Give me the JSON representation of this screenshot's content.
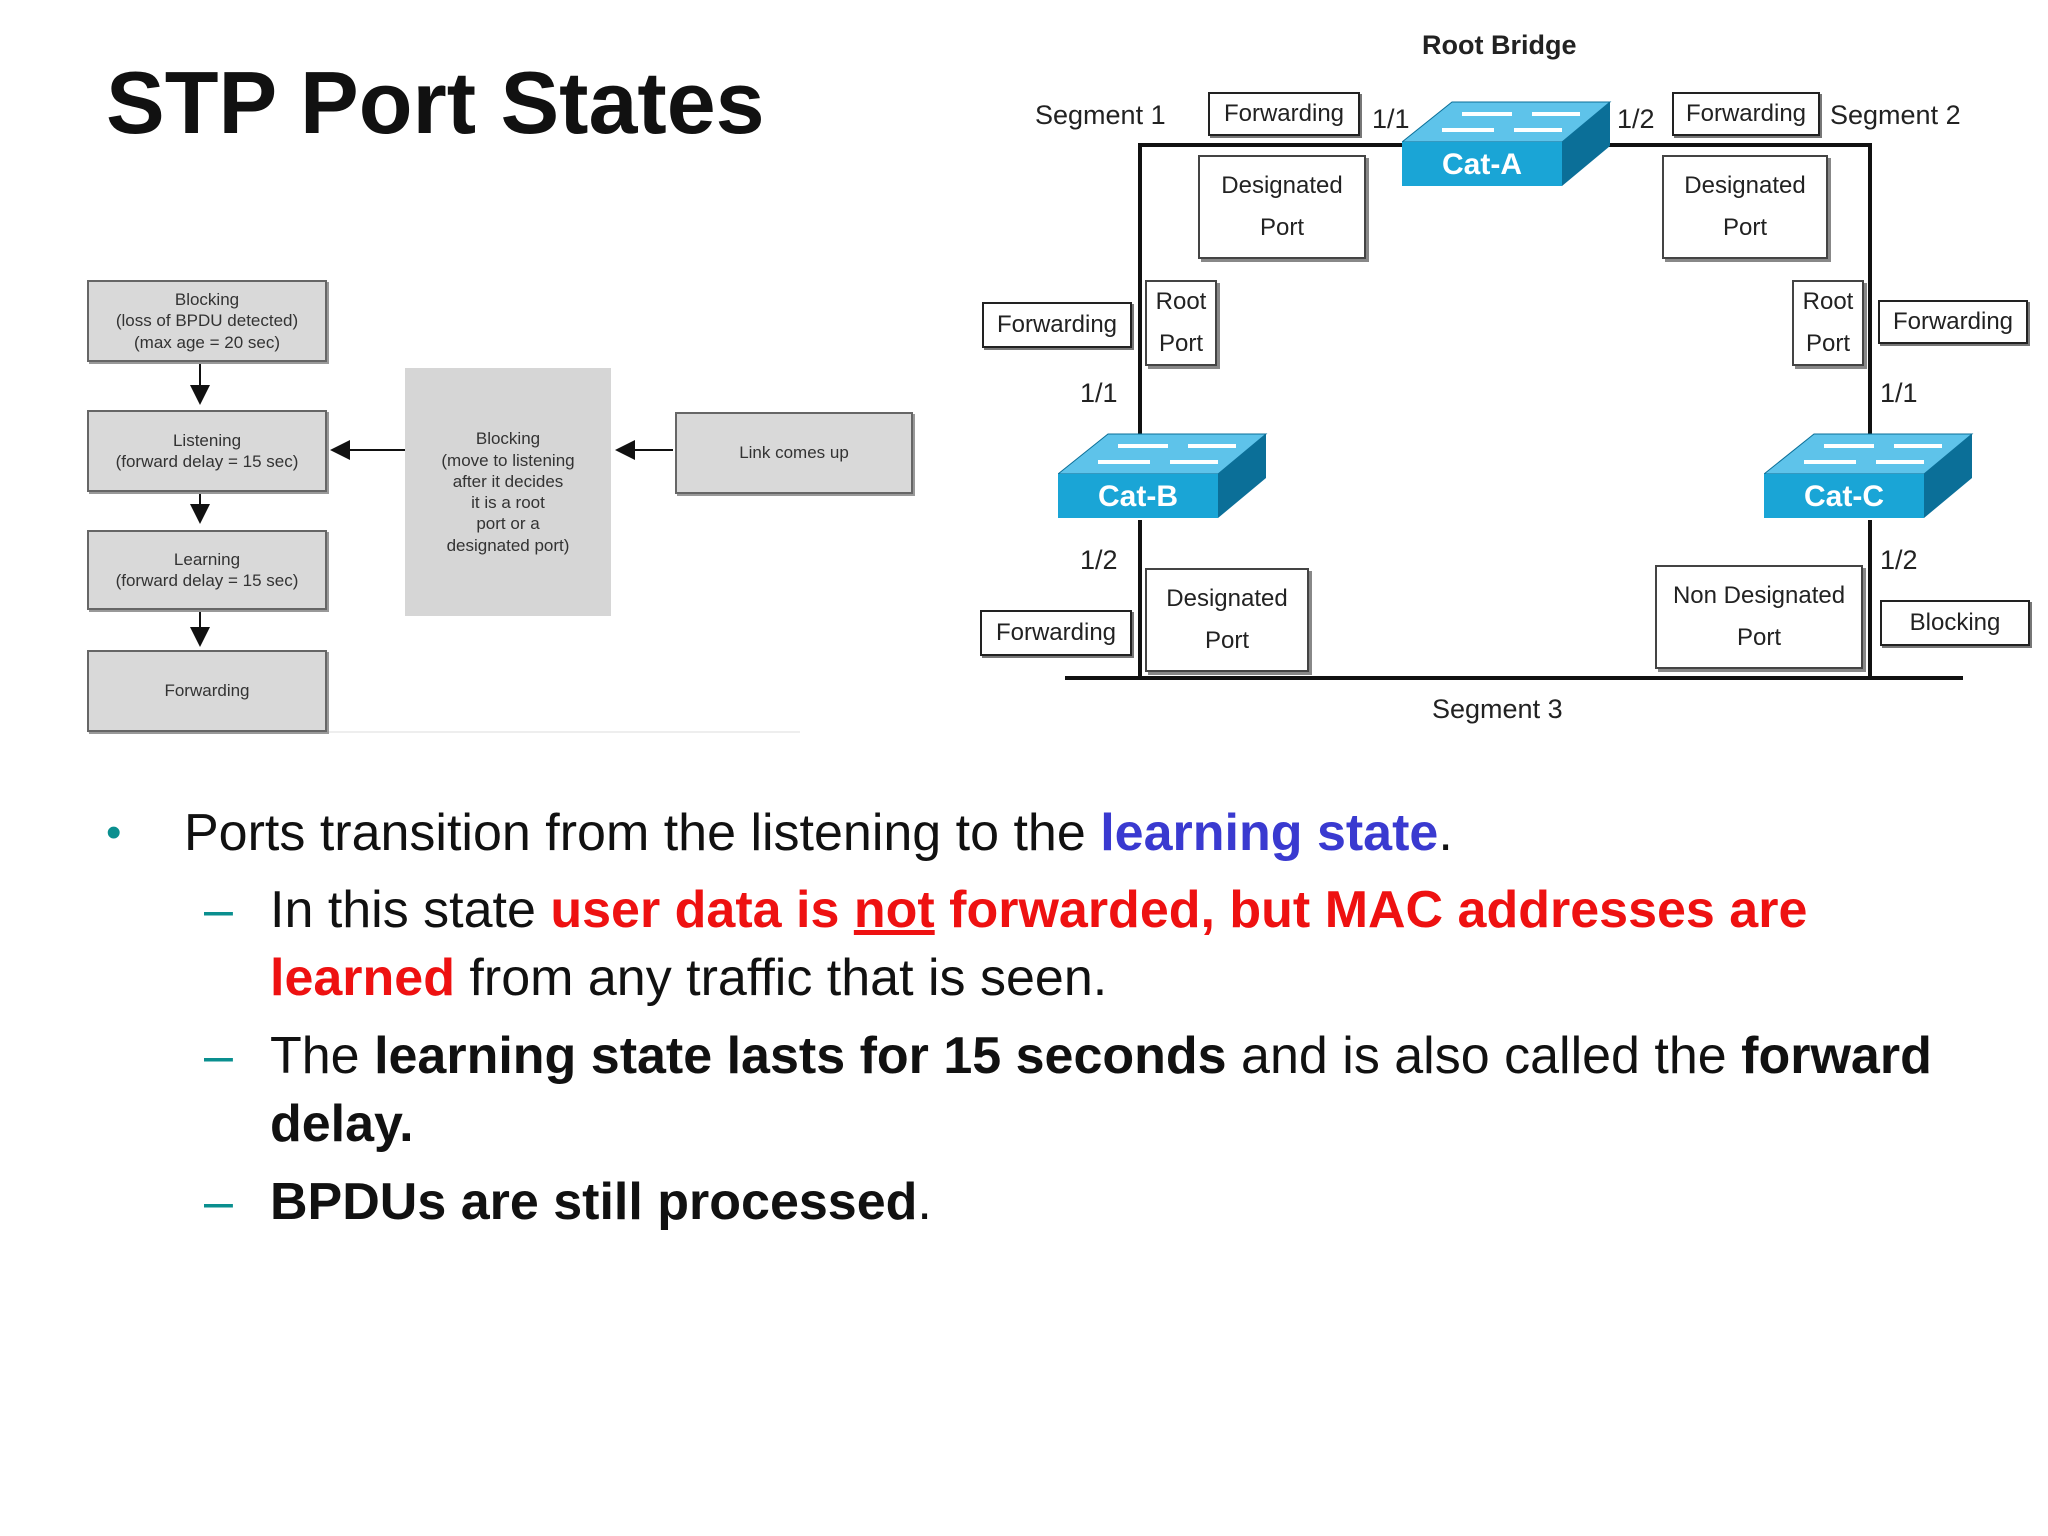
{
  "slide": {
    "title": "STP Port States"
  },
  "flowchart": {
    "blocking": [
      "Blocking",
      "(loss of BPDU detected)",
      "(max age = 20 sec)"
    ],
    "listening": [
      "Listening",
      "(forward delay = 15 sec)"
    ],
    "learning": [
      "Learning",
      "(forward delay = 15 sec)"
    ],
    "forwarding": "Forwarding",
    "blocking_move": [
      "Blocking",
      "(move to listening",
      "after it decides",
      "it is a root",
      "port or a",
      "designated port)"
    ],
    "link_up": "Link comes up"
  },
  "network": {
    "root_bridge": "Root Bridge",
    "segment1": "Segment 1",
    "segment2": "Segment 2",
    "segment3": "Segment 3",
    "cat_a": "Cat-A",
    "cat_b": "Cat-B",
    "cat_c": "Cat-C",
    "port_11": "1/1",
    "port_12": "1/2",
    "forwarding": "Forwarding",
    "blocking": "Blocking",
    "designated": "Designated",
    "port": "Port",
    "root": "Root",
    "non_designated": "Non Designated"
  },
  "bullets": {
    "b1_a": "Ports transition from the listening to the ",
    "b1_b": "learning state",
    "b1_c": ".",
    "s1_a": "In this state ",
    "s1_b": "user data is ",
    "s1_c": "not",
    "s1_d": " forwarded, but MAC addresses are learned",
    "s1_e": " from any traffic that is seen.",
    "s2_a": "The ",
    "s2_b": "learning state lasts for 15 seconds",
    "s2_c": " and is also called the ",
    "s2_d": "forward delay.",
    "s3_a": "BPDUs are still processed",
    "s3_b": "."
  },
  "colors": {
    "switch": "#1aa5d6",
    "switch_dark": "#0b6f98",
    "accent_blue": "#3a3ad0",
    "accent_red": "#ee1111"
  }
}
